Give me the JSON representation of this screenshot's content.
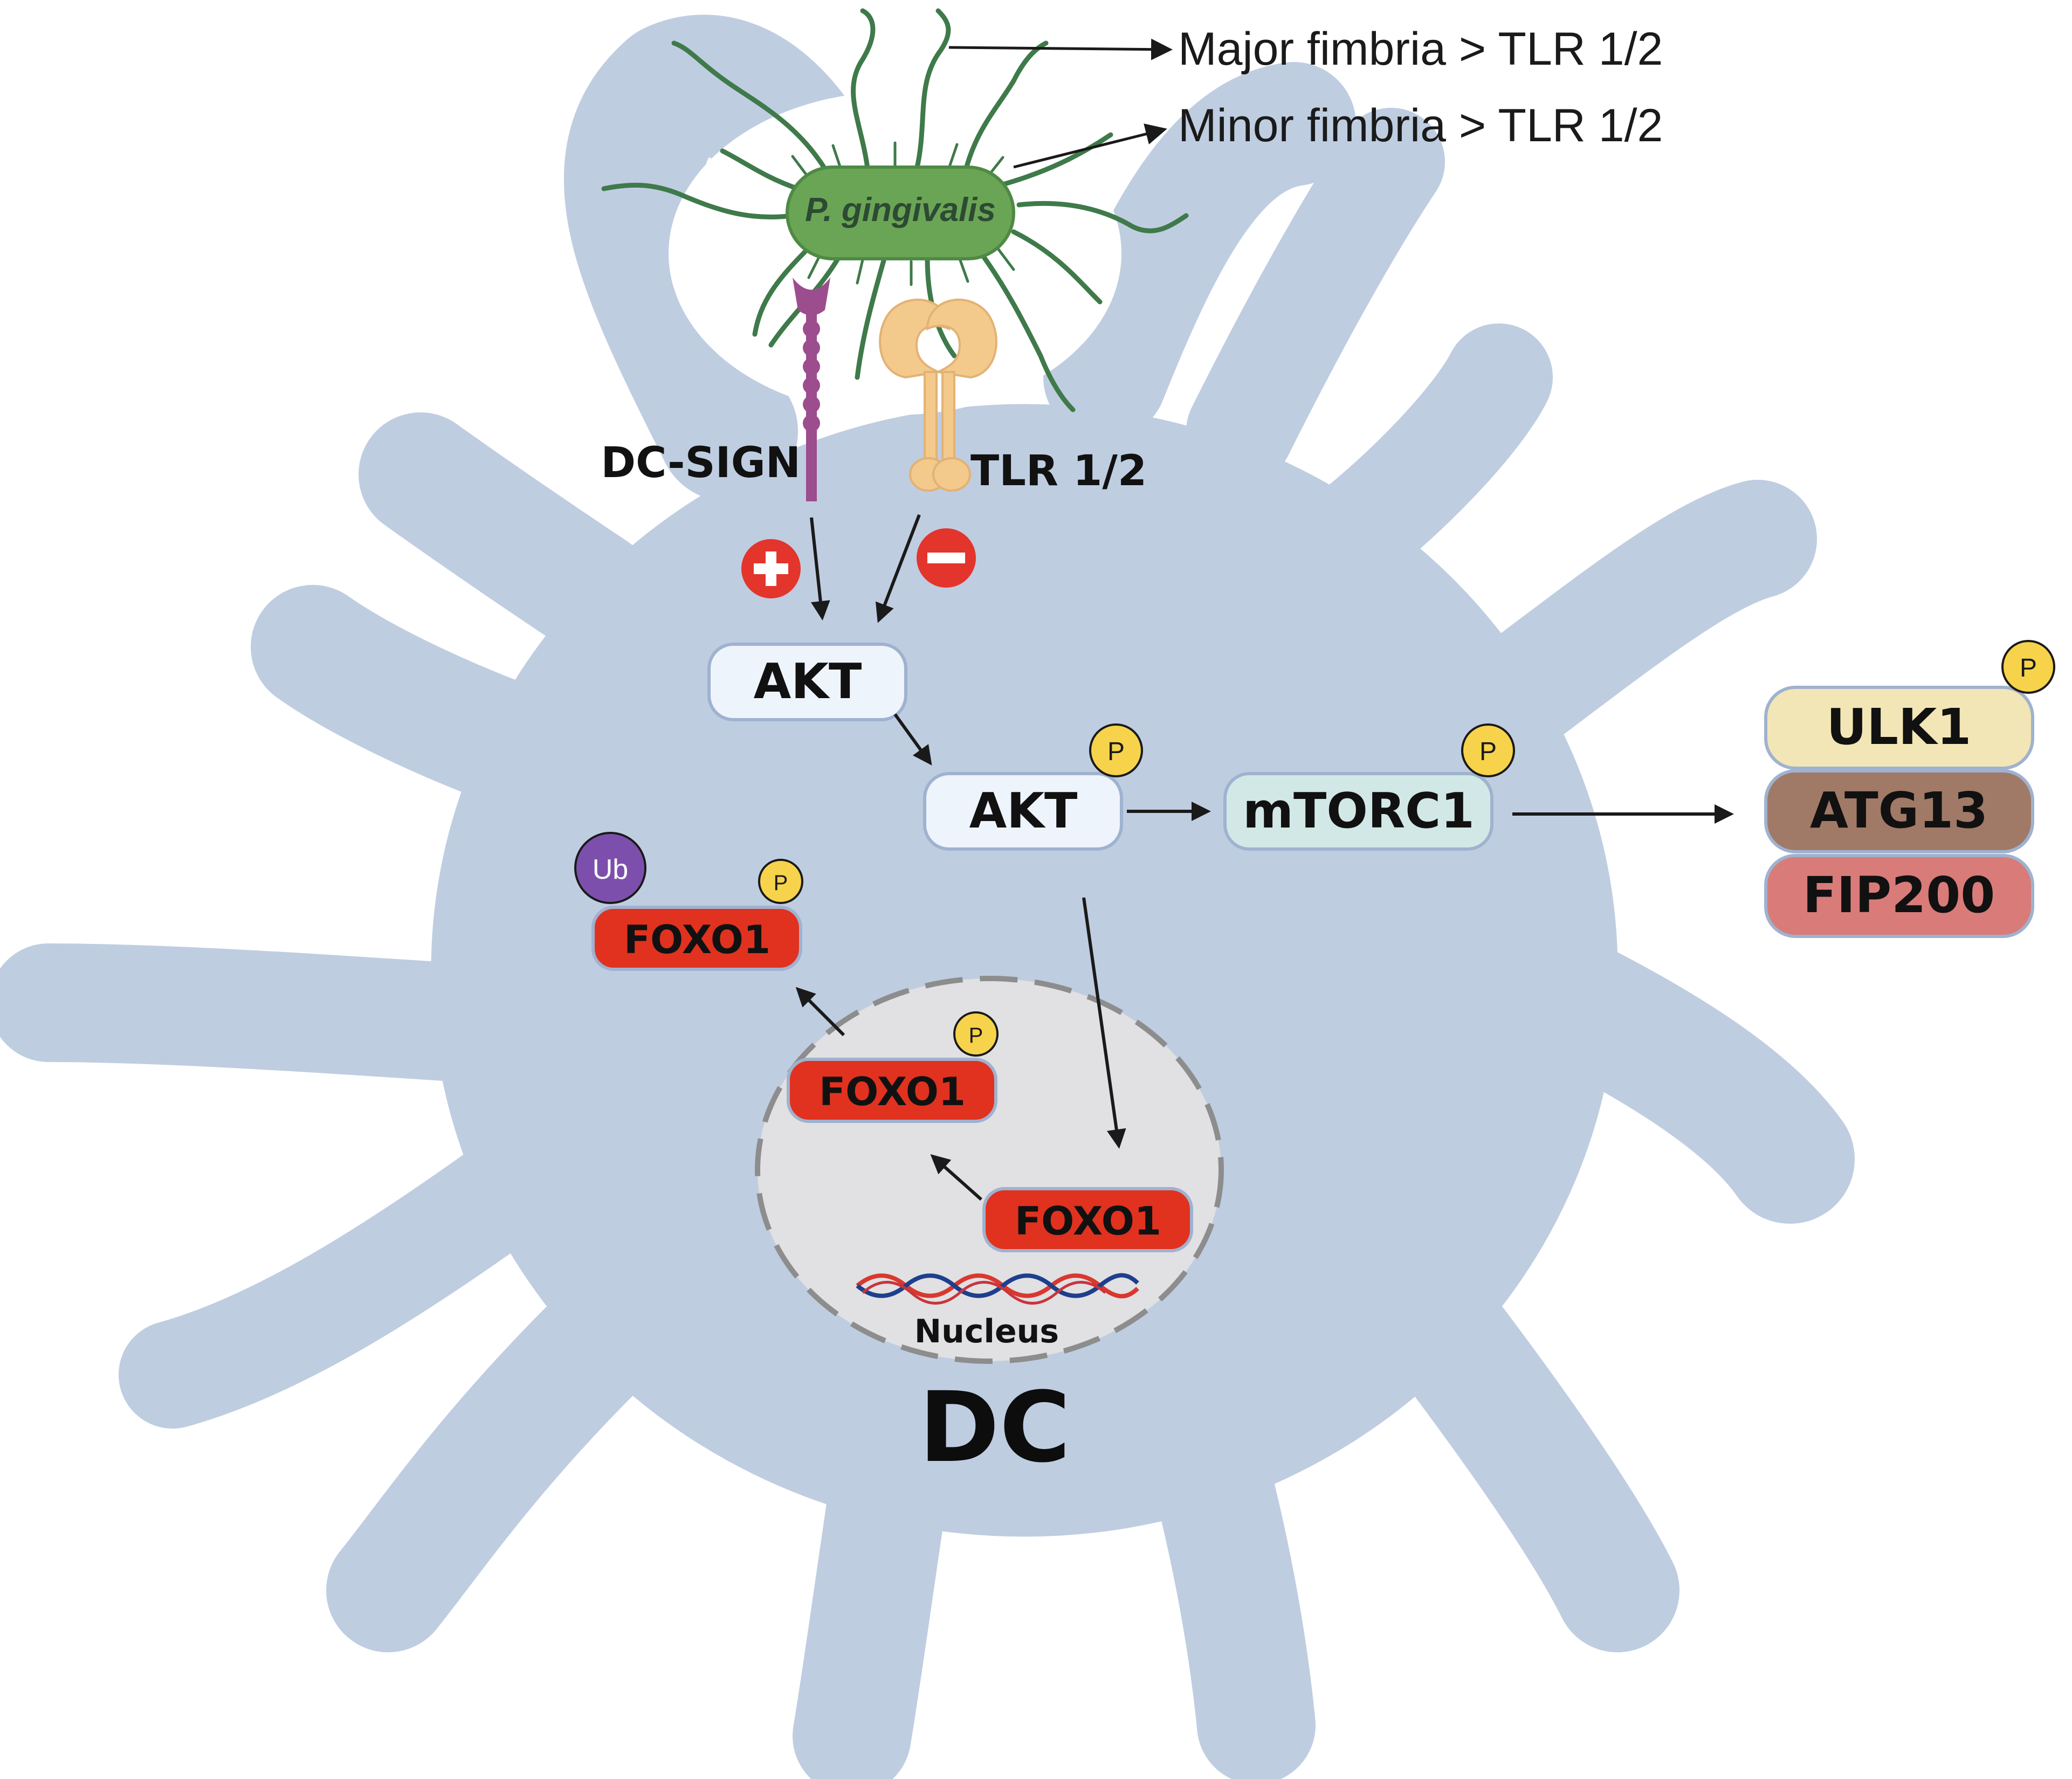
{
  "labels": {
    "bacterium": "P. gingivalis",
    "major_fimbria": "Major fimbria > TLR 1/2",
    "minor_fimbria": "Minor fimbria > TLR 1/2",
    "dc_sign": "DC-SIGN",
    "tlr": "TLR 1/2",
    "cell": "DC",
    "nucleus": "Nucleus"
  },
  "nodes": {
    "akt": "AKT",
    "akt_p": "AKT",
    "mtorc1": "mTORC1",
    "foxo1_nuclear": "FOXO1",
    "foxo1_p_nuclear": "FOXO1",
    "foxo1_cytoplasm": "FOXO1",
    "ulk1": "ULK1",
    "atg13": "ATG13",
    "fip200": "FIP200"
  },
  "badges": {
    "phospho": "P",
    "ubiquitin": "Ub",
    "plus": "+",
    "minus": "−"
  },
  "colors": {
    "cell": "#bfcde1",
    "nucleus": "#e1e0e3",
    "bacterium": "#6aa556",
    "fimbria": "#3f7a4a",
    "akt": "#eef4fb",
    "mtorc1": "#d2e8e6",
    "foxo1": "#e0321f",
    "ulk1": "#f3e6b6",
    "atg13": "#a07a67",
    "fip200": "#d97b79",
    "phospho": "#f6d34b",
    "ubiquitin": "#7d4fad",
    "activation": "#e3352c",
    "dc_sign": "#9b4d8e",
    "tlr": "#f3c98c"
  }
}
